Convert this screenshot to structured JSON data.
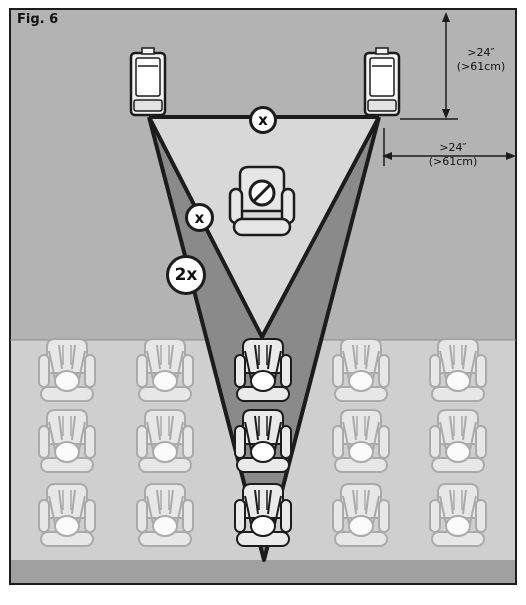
{
  "figure": {
    "label": "Fig. 6"
  },
  "dimensions": {
    "vertical": {
      "line1": ">24″",
      "line2": "(>61cm)"
    },
    "horizontal": {
      "line1": ">24″",
      "line2": "(>61cm)"
    }
  },
  "badges": {
    "top_distance": "x",
    "side_distance": "x",
    "double_distance": "2x"
  },
  "icons": [
    "speaker-left-icon",
    "speaker-right-icon",
    "no-seat-icon",
    "audience-seat-icon"
  ],
  "colors": {
    "background_upper": "#b3b3b3",
    "background_lower": "#cfcfcf",
    "floor_strip": "#a0a0a0",
    "triangle_light": "#d8d8d8",
    "triangle_dark": "#8a8a8a",
    "outline": "#1c1c1c"
  }
}
